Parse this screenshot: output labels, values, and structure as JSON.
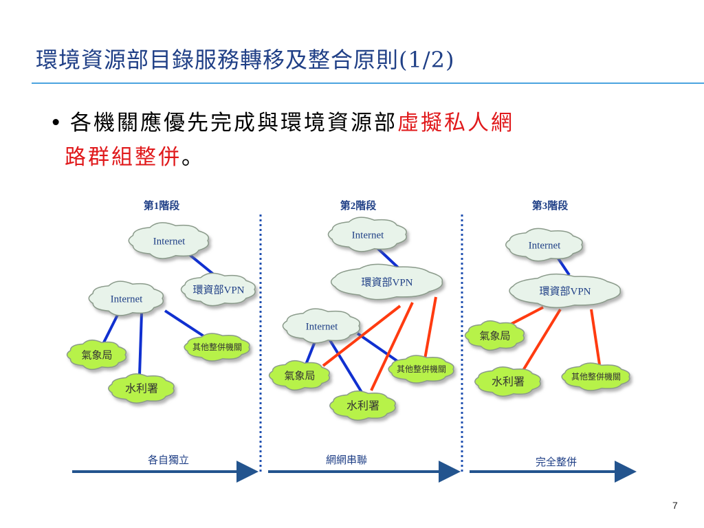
{
  "slide": {
    "title": "環境資源部目錄服務轉移及整合原則(1/2)",
    "bullet": {
      "marker": "•",
      "line1_black": "各機關應優先完成與環境資源部",
      "line1_red": "虛擬私人網",
      "line2_red": "路群組整併",
      "line2_black": "。"
    },
    "page_number": "7"
  },
  "diagram": {
    "stages": [
      {
        "heading": "第1階段",
        "arrow_label": "各自獨立",
        "clouds": [
          "Internet",
          "環資部VPN",
          "Internet",
          "氣象局",
          "水利署",
          "其他整併機關"
        ]
      },
      {
        "heading": "第2階段",
        "arrow_label": "網網串聯",
        "clouds": [
          "Internet",
          "環資部VPN",
          "Internet",
          "氣象局",
          "水利署",
          "其他整併機關"
        ]
      },
      {
        "heading": "第3階段",
        "arrow_label": "完全整併",
        "clouds": [
          "Internet",
          "環資部VPN",
          "氣象局",
          "水利署",
          "其他整併機關"
        ]
      }
    ],
    "colors": {
      "cloud_fill": "#b7f24a",
      "cloud_stroke": "#8a9a8a",
      "vpn_fill": "#e8f3ea",
      "internet_fill": "#e8f3ea",
      "blue_link": "#1030d0",
      "red_link": "#ff3b10",
      "arrow": "#23548e",
      "divider": "#2050b0",
      "label_blue": "#1f3f86"
    }
  }
}
